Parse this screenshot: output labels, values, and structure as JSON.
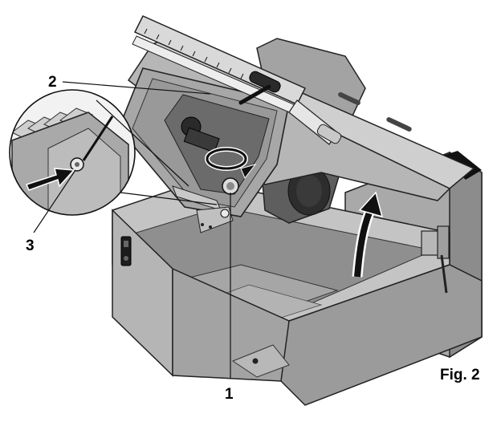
{
  "callouts": {
    "one": "1",
    "two": "2",
    "three": "3"
  },
  "figure_label": "Fig. 2",
  "colors": {
    "housing_light": "#bdbdbd",
    "housing_mid": "#9a9a9a",
    "housing_dark": "#6e6e6e",
    "steel": "#e3e3e3",
    "black": "#111111",
    "arrow": "#111111"
  },
  "icons": {
    "rotate_arrow": "rotate-arrow-icon",
    "lift_arrow": "curved-up-arrow-icon",
    "push_arrow": "right-arrow-icon"
  }
}
